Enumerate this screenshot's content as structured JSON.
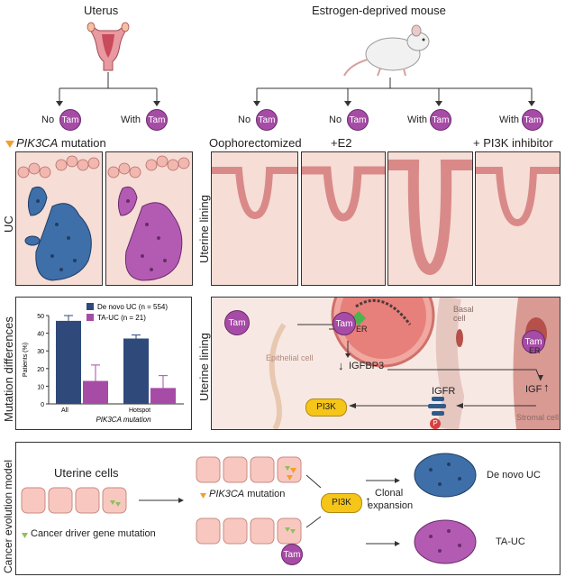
{
  "top": {
    "uterus_title": "Uterus",
    "mouse_title": "Estrogen-deprived mouse",
    "no": "No",
    "with": "With",
    "tam": "Tam",
    "mutation_label": "PIK3CA",
    "mutation_suffix": " mutation",
    "cond_oophorectomized": "Oophorectomized",
    "cond_e2": "+E2",
    "cond_pi3k": "+ PI3K inhibitor",
    "uc": "UC",
    "uterine_lining": "Uterine lining"
  },
  "middle": {
    "mutation_differences": "Mutation differences",
    "uterine_lining": "Uterine lining",
    "tam": "Tam",
    "er": "ER",
    "igfbp3": "IGFBP3",
    "igfr": "IGFR",
    "igf": "IGF",
    "pi3k": "PI3K",
    "p": "P",
    "epithelial_cell": "Epithelial cell",
    "basal_cell": "Basal cell",
    "stromal_cell": "Stromal cell"
  },
  "chart_data": {
    "type": "bar",
    "categories": [
      "All",
      "Hotspot"
    ],
    "xlabel": "PIK3CA mutation",
    "ylabel": "Patients (%)",
    "ylim": [
      0,
      50
    ],
    "yticks": [
      0,
      10,
      20,
      30,
      40,
      50
    ],
    "series": [
      {
        "name": "De novo UC (n = 554)",
        "color": "#2f4a7a",
        "values": [
          47,
          37
        ],
        "errors": [
          3,
          2
        ]
      },
      {
        "name": "TA-UC (n = 21)",
        "color": "#a64ca6",
        "values": [
          13,
          9
        ],
        "errors": [
          9,
          7
        ]
      }
    ]
  },
  "bottom": {
    "model_title": "Cancer evolution model",
    "uterine_cells": "Uterine cells",
    "driver_mutation": "Cancer driver gene mutation",
    "pik3ca": "PIK3CA",
    "mutation_suffix": " mutation",
    "pi3k": "PI3K",
    "clonal": "Clonal",
    "expansion": "expansion",
    "tam": "Tam",
    "de_novo_uc": "De novo UC",
    "ta_uc": "TA-UC"
  },
  "colors": {
    "tam": "#a64ca6",
    "denovo": "#2f4a7a",
    "er": "#4db34d",
    "pi3k": "#f5c518",
    "tissue": "#f6ddd6",
    "cell": "#f2b8b0",
    "mutation": "#f0a030"
  }
}
